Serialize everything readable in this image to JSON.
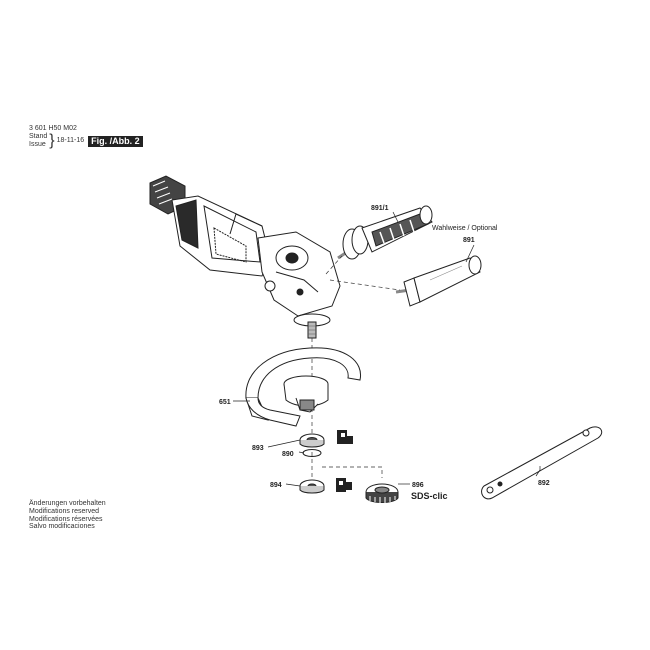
{
  "header": {
    "doc_number": "3 601 H50 M02",
    "stand": "Stand",
    "issue": "Issue",
    "date": "18-11-16",
    "fig_label": "Fig. /Abb. 2"
  },
  "notes": [
    "Änderungen vorbehalten",
    "Modifications reserved",
    "Modifications réservées",
    "Salvo modificaciones"
  ],
  "optional_note": "Wahlweise / Optional",
  "parts": {
    "p891_1": "891/1",
    "p891": "891",
    "p651": "651",
    "p893": "893",
    "p890": "890",
    "p894": "894",
    "p896": "896",
    "p892": "892"
  },
  "sds_brand": "SDS-clic"
}
